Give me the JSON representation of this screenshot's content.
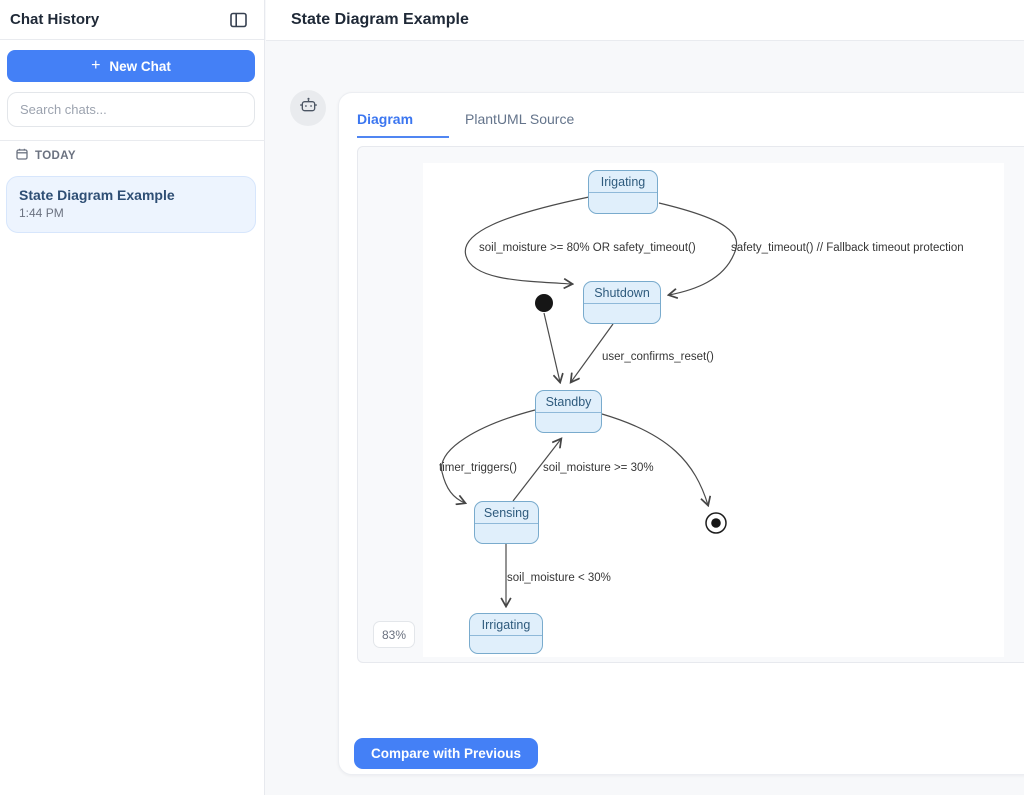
{
  "sidebar": {
    "title": "Chat History",
    "new_chat_label": "New Chat",
    "new_chat_plus": "+",
    "search_placeholder": "Search chats...",
    "section_label": "TODAY",
    "chats": [
      {
        "title": "State Diagram Example",
        "time": "1:44 PM"
      }
    ]
  },
  "header": {
    "title": "State Diagram Example"
  },
  "main": {
    "tabs": [
      {
        "label": "Diagram",
        "active": true
      },
      {
        "label": "PlantUML Source",
        "active": false
      }
    ],
    "zoom_level": "83%",
    "compare_button_label": "Compare with Previous"
  },
  "diagram": {
    "type": "plantuml-state-diagram",
    "states": [
      "Irigating",
      "Shutdown",
      "Standby",
      "Sensing",
      "Irrigating"
    ],
    "has_initial_state": true,
    "has_final_state": true,
    "transitions": [
      {
        "from": "Irigating",
        "to": "Shutdown",
        "label": "soil_moisture >= 80% OR safety_timeout()"
      },
      {
        "from": "Irigating",
        "to": "Shutdown",
        "label": "safety_timeout() // Fallback timeout protection"
      },
      {
        "from": "initial",
        "to": "Standby",
        "label": ""
      },
      {
        "from": "Shutdown",
        "to": "Standby",
        "label": "user_confirms_reset()"
      },
      {
        "from": "Standby",
        "to": "Sensing",
        "label": "timer_triggers()"
      },
      {
        "from": "Sensing",
        "to": "Standby",
        "label": "soil_moisture >= 30%"
      },
      {
        "from": "Standby",
        "to": "final",
        "label": ""
      },
      {
        "from": "Sensing",
        "to": "Irrigating",
        "label": "soil_moisture < 30%"
      }
    ]
  },
  "colors": {
    "accent_blue": "#4480f6",
    "tab_active_blue": "#3b76f0",
    "state_fill": "#e0effb",
    "state_border": "#79abcd",
    "state_text": "#2f5b7d",
    "chat_item_bg": "#edf4fe",
    "content_bg": "#f7f8fa"
  }
}
